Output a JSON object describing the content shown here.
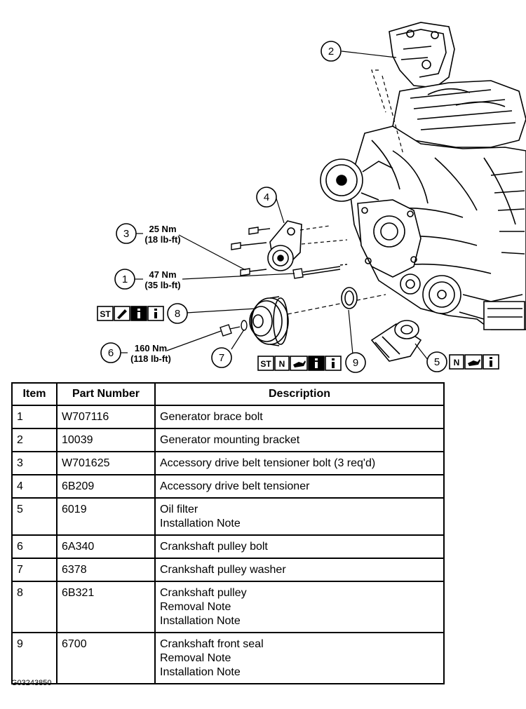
{
  "diagram": {
    "callouts": [
      {
        "num": "1",
        "torque": [
          "47 Nm",
          "(35 lb-ft)"
        ]
      },
      {
        "num": "2",
        "torque": []
      },
      {
        "num": "3",
        "torque": [
          "25 Nm",
          "(18 lb-ft)"
        ]
      },
      {
        "num": "4",
        "torque": []
      },
      {
        "num": "5",
        "torque": []
      },
      {
        "num": "6",
        "torque": [
          "160 Nm",
          "(118 lb-ft)"
        ]
      },
      {
        "num": "7",
        "torque": []
      },
      {
        "num": "8",
        "torque": []
      },
      {
        "num": "9",
        "torque": []
      }
    ],
    "icon_sets": {
      "item8": [
        "ST",
        "tool",
        "i",
        "i"
      ],
      "item9": [
        "ST",
        "N",
        "oil",
        "i",
        "i"
      ],
      "item5": [
        "N",
        "oil",
        "i"
      ]
    }
  },
  "table": {
    "headers": [
      "Item",
      "Part Number",
      "Description"
    ],
    "rows": [
      {
        "item": "1",
        "part": "W707116",
        "desc": [
          "Generator brace bolt"
        ]
      },
      {
        "item": "2",
        "part": "10039",
        "desc": [
          "Generator mounting bracket"
        ]
      },
      {
        "item": "3",
        "part": "W701625",
        "desc": [
          "Accessory drive belt tensioner bolt (3 req'd)"
        ]
      },
      {
        "item": "4",
        "part": "6B209",
        "desc": [
          "Accessory drive belt tensioner"
        ]
      },
      {
        "item": "5",
        "part": "6019",
        "desc": [
          "Oil filter",
          "Installation Note"
        ]
      },
      {
        "item": "6",
        "part": "6A340",
        "desc": [
          "Crankshaft pulley bolt"
        ]
      },
      {
        "item": "7",
        "part": "6378",
        "desc": [
          "Crankshaft pulley washer"
        ]
      },
      {
        "item": "8",
        "part": "6B321",
        "desc": [
          "Crankshaft pulley",
          "Removal Note",
          "Installation Note"
        ]
      },
      {
        "item": "9",
        "part": "6700",
        "desc": [
          "Crankshaft front seal",
          "Removal Note",
          "Installation Note"
        ]
      }
    ]
  },
  "image_code": "G03243850"
}
